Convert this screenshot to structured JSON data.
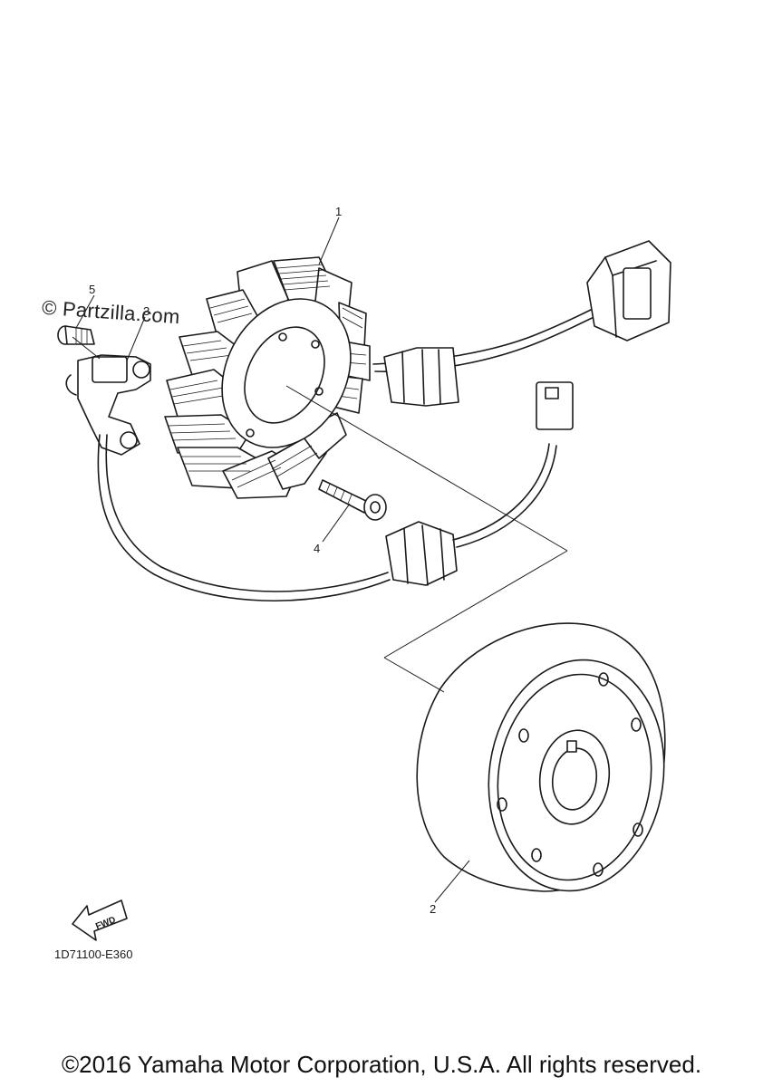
{
  "watermark": "© Partzilla.com",
  "callouts": {
    "p1": "1",
    "p2": "2",
    "p3": "3",
    "p4": "4",
    "p5": "5"
  },
  "fwd_label": "FWD",
  "diagram_code": "1D71100-E360",
  "copyright": "©2016 Yamaha Motor Corporation, U.S.A. All rights reserved."
}
